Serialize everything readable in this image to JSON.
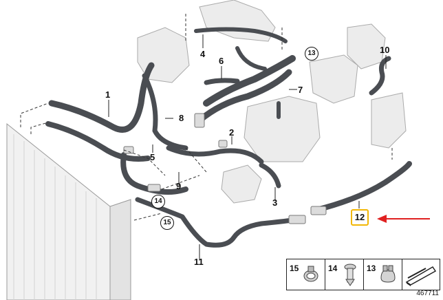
{
  "diagram": {
    "labels": {
      "l1": "1",
      "l2": "2",
      "l3": "3",
      "l4": "4",
      "l5": "5",
      "l6": "6",
      "l7": "7",
      "l8": "8",
      "l9": "9",
      "l10": "10",
      "l11": "11",
      "l12": "12"
    },
    "circled": {
      "c13": "13",
      "c14": "14",
      "c15": "15"
    },
    "highlight_color": "#f2b705",
    "arrow_color": "#e02020"
  },
  "legend": {
    "items": [
      {
        "num": "15",
        "icon": "hose-clamp-icon"
      },
      {
        "num": "14",
        "icon": "expanding-rivet-icon"
      },
      {
        "num": "13",
        "icon": "spring-clip-icon"
      },
      {
        "num": "",
        "icon": "sealing-wedge-icon"
      }
    ]
  },
  "image_id": "467711"
}
